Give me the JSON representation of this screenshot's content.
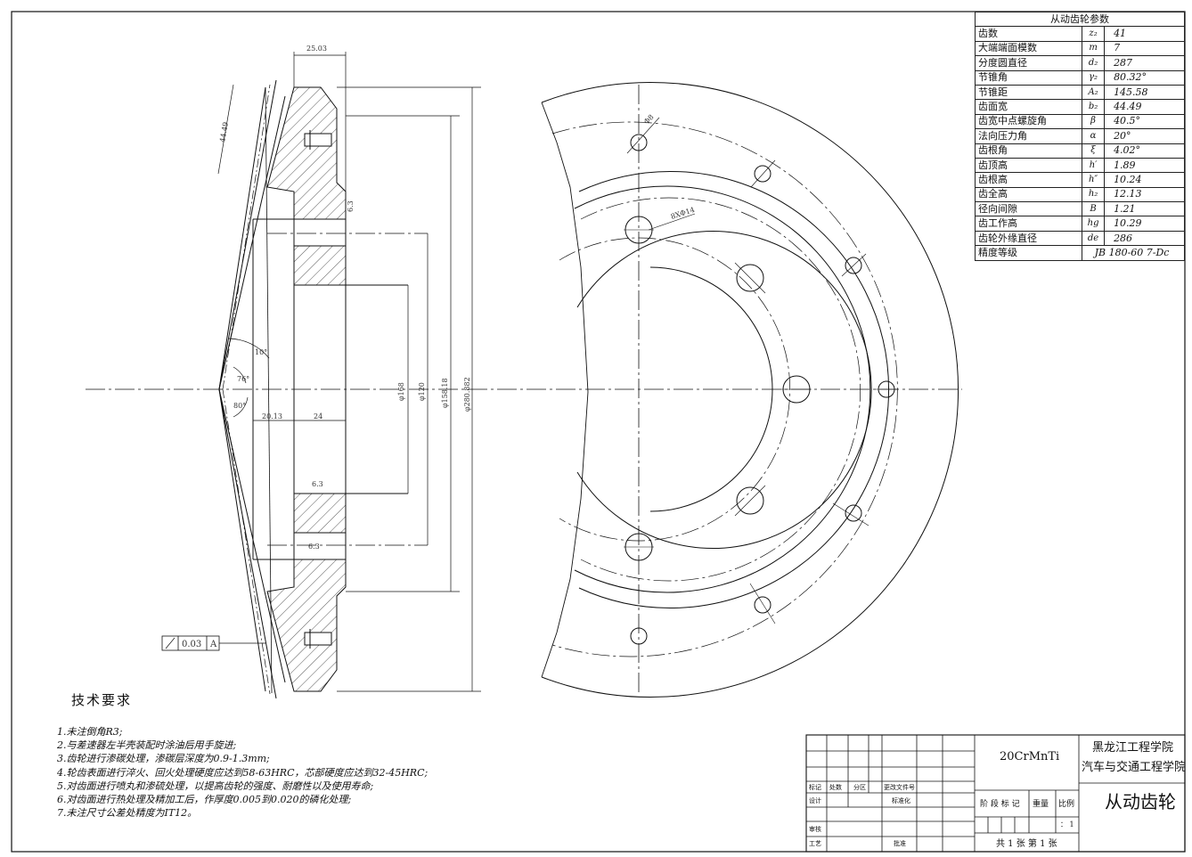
{
  "param_table": {
    "title": "从动齿轮参数",
    "rows": [
      {
        "name": "齿数",
        "symbol": "z₂",
        "value": "41"
      },
      {
        "name": "大端端面模数",
        "symbol": "m",
        "value": "7"
      },
      {
        "name": "分度圆直径",
        "symbol": "d₂",
        "value": "287"
      },
      {
        "name": "节锥角",
        "symbol": "γ₂",
        "value": "80.32°"
      },
      {
        "name": "节锥距",
        "symbol": "A₂",
        "value": "145.58"
      },
      {
        "name": "齿面宽",
        "symbol": "b₂",
        "value": "44.49"
      },
      {
        "name": "齿宽中点螺旋角",
        "symbol": "β",
        "value": "40.5°"
      },
      {
        "name": "法向压力角",
        "symbol": "α",
        "value": "20°"
      },
      {
        "name": "齿根角",
        "symbol": "ξ",
        "value": "4.02°"
      },
      {
        "name": "齿顶高",
        "symbol": "h′",
        "value": "1.89"
      },
      {
        "name": "齿根高",
        "symbol": "h″",
        "value": "10.24"
      },
      {
        "name": "齿全高",
        "symbol": "h₂",
        "value": "12.13"
      },
      {
        "name": "径向间隙",
        "symbol": "B",
        "value": "1.21"
      },
      {
        "name": "齿工作高",
        "symbol": "hg",
        "value": "10.29"
      },
      {
        "name": "齿轮外缘直径",
        "symbol": "de",
        "value": "286"
      },
      {
        "name": "精度等级",
        "symbol": "",
        "value": "JB 180-60   7-Dc"
      }
    ]
  },
  "requirements": {
    "title": "技术要求",
    "lines": [
      "1.未注倒角R3;",
      "2.与差速器左半壳装配时涂油后用手旋进;",
      "3.齿轮进行渗碳处理，渗碳层深度为0.9-1.3mm;",
      "4.轮齿表面进行淬火、回火处理硬度应达到58-63HRC，芯部硬度应达到32-45HRC;",
      "5.对齿面进行喷丸和渗硫处理，以提高齿轮的强度、耐磨性以及使用寿命;",
      "6.对齿面进行热处理及精加工后，作厚度0.005到0.020的磷化处理;",
      "7.未注尺寸公差处精度为IT12。"
    ]
  },
  "dimensions": {
    "top_width": "25.03",
    "face_width": "44.49",
    "hub_depth": "20.13",
    "bore_depth": "24",
    "dia_1": "φ168",
    "dia_2": "φ120",
    "dia_3": "φ158.18",
    "dia_outer": "φ280.882",
    "hole_pattern": "8XΦ14",
    "hole_small": "Φ8",
    "angle_a": "76°",
    "angle_b": "10°",
    "angle_c": "80°",
    "roughness_1": "6.3",
    "roughness_2": "6.3",
    "roughness_3": "6.3",
    "tolerance": "0.03",
    "datum": "A"
  },
  "title_block": {
    "material": "20CrMnTi",
    "school_1": "黑龙江工程学院",
    "school_2": "汽车与交通工程学院",
    "part_name": "从动齿轮",
    "marks_label": "标记",
    "count_label": "处数",
    "zone_label": "分区",
    "change_label": "更改文件号",
    "design_label": "设计",
    "standard_label": "标准化",
    "review_label": "审核",
    "process_label": "工艺",
    "approve_label": "批准",
    "stage_label": "阶 段 标 记",
    "weight_label": "重量",
    "scale_label": "比例",
    "scale_value": "： 1",
    "sheets": "共 1 张    第 1 张"
  },
  "colors": {
    "line": "#111111",
    "background": "#ffffff"
  }
}
